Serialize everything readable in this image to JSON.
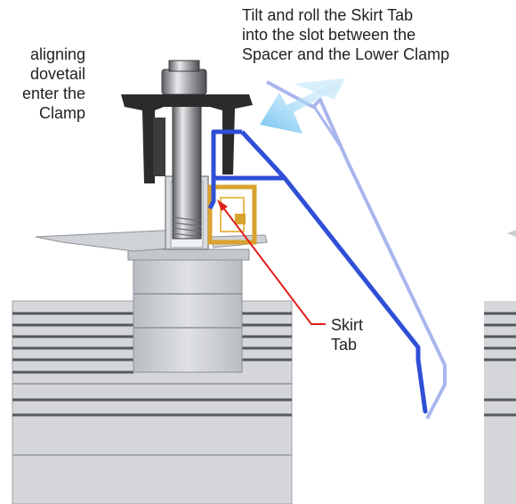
{
  "left_instruction": {
    "lines": [
      "aligning",
      "dovetail",
      "enter the",
      "Clamp"
    ]
  },
  "right_instruction": {
    "lines": [
      "Tilt and roll the Skirt Tab",
      "into the slot between the",
      "Spacer and the Lower Clamp"
    ]
  },
  "callout": {
    "lines": [
      "Skirt",
      "Tab"
    ]
  },
  "colors": {
    "skirt_blue": "#2f4fd6",
    "skirt_ghost": "#a9b6ee",
    "arrow_light": "#8fd0f4",
    "callout_red": "#e0201c",
    "spacer_gold": "#d9a22e",
    "aluminum": "#c9ccd1",
    "clamp_black": "#2b2b2b"
  }
}
